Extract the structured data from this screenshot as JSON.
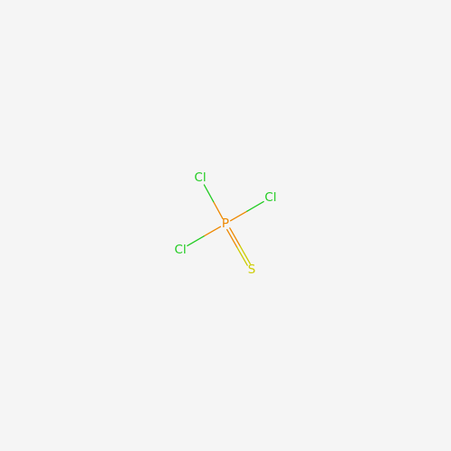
{
  "molecule": {
    "atoms": [
      {
        "id": "cl_top",
        "symbol": "Cl"
      },
      {
        "id": "cl_right",
        "symbol": "Cl"
      },
      {
        "id": "cl_left",
        "symbol": "Cl"
      },
      {
        "id": "p",
        "symbol": "P"
      },
      {
        "id": "s",
        "symbol": "S"
      }
    ],
    "bonds": [
      {
        "from": "p",
        "to": "cl_top",
        "order": 1
      },
      {
        "from": "p",
        "to": "cl_right",
        "order": 1
      },
      {
        "from": "p",
        "to": "cl_left",
        "order": 1
      },
      {
        "from": "p",
        "to": "s",
        "order": 2
      }
    ]
  },
  "colors": {
    "background": "#f5f5f5",
    "chlorine": "#22cc22",
    "phosphorus": "#ee8800",
    "sulfur": "#cccc00"
  }
}
